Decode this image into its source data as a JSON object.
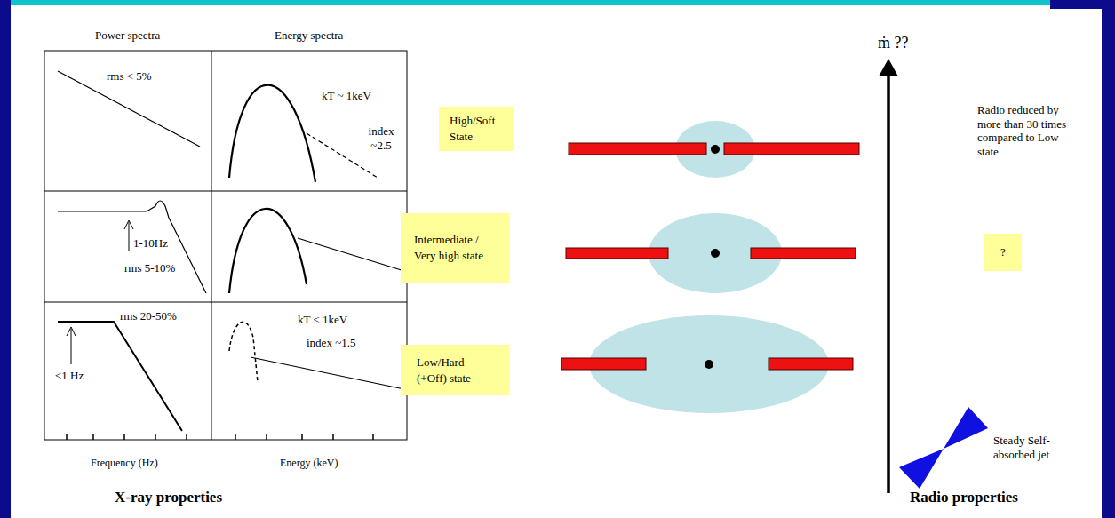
{
  "diagram": {
    "nodes": [
      {
        "text": [
          "High/Soft State"
        ]
      },
      {
        "text": [
          "Intermediate / Very high state"
        ]
      },
      {
        "text": [
          "Low/Hard (+Off) state"
        ]
      },
      {
        "text": [
          "?"
        ]
      }
    ],
    "labels": [
      "Power spectra",
      "Energy spectra",
      "rms < 5%",
      "kT ~ 1keV",
      "index ~2.5",
      "1-10Hz",
      "rms 5-10%",
      "rms 20-50%",
      "<1 Hz",
      "kT < 1keV",
      "index ~1.5",
      "Frequency (Hz)",
      "Energy (keV)",
      "X-ray properties",
      "ṁ ??",
      "Radio reduced by more than 30 times compared to Low state",
      "Steady Self-absorbed jet",
      "Radio properties"
    ]
  }
}
